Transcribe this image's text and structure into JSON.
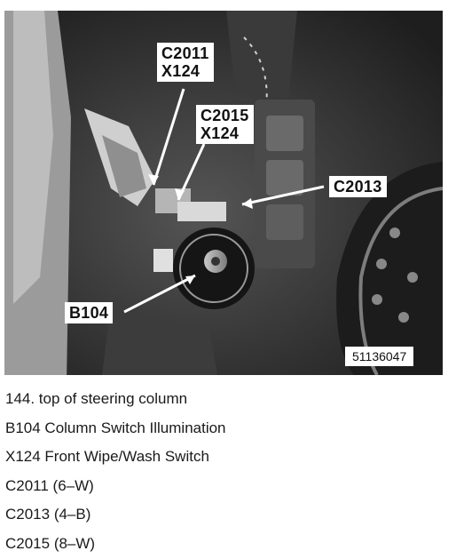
{
  "figure": {
    "callouts": {
      "c2011": [
        "C2011",
        "X124"
      ],
      "c2015": [
        "C2015",
        "X124"
      ],
      "c2013": "C2013",
      "b104": "B104"
    },
    "photo_id": "51136047"
  },
  "caption": {
    "lines": [
      "144. top of steering column",
      "B104 Column Switch Illumination",
      "X124 Front Wipe/Wash Switch",
      "C2011 (6–W)",
      "C2013 (4–B)",
      "C2015 (8–W)"
    ]
  }
}
